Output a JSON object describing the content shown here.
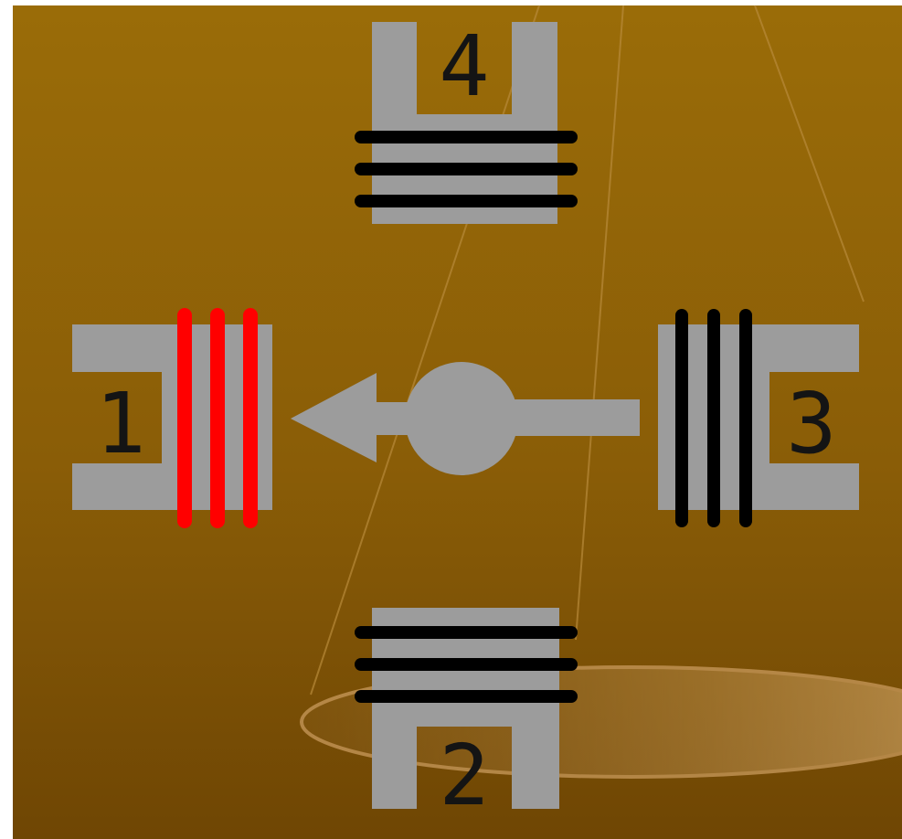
{
  "diagram": {
    "ports": [
      {
        "id": "port-1",
        "label": "1",
        "line_color": "#ff0000",
        "state": "active"
      },
      {
        "id": "port-2",
        "label": "2",
        "line_color": "#000000",
        "state": "inactive"
      },
      {
        "id": "port-3",
        "label": "3",
        "line_color": "#000000",
        "state": "inactive"
      },
      {
        "id": "port-4",
        "label": "4",
        "line_color": "#000000",
        "state": "inactive"
      }
    ],
    "arrow": {
      "from": "3",
      "to": "1"
    }
  },
  "colors": {
    "background_top": "#9a6c08",
    "background_bottom": "#6f4604",
    "connector_gray": "#9c9c9c",
    "active_red": "#ff0000",
    "inactive_black": "#000000",
    "label_text": "#141414"
  }
}
